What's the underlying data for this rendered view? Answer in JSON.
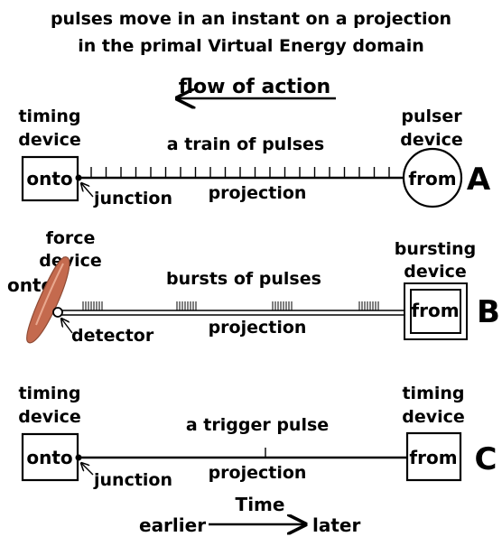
{
  "title": {
    "line1": "pulses move in an instant on a projection",
    "line2": "in the primal Virtual Energy domain"
  },
  "flow_label": "flow of action",
  "panel_a": {
    "letter": "A",
    "left_label_1": "timing",
    "left_label_2": "device",
    "left_box": "onto",
    "right_label_1": "pulser",
    "right_label_2": "device",
    "right_box": "from",
    "top_label": "a train of pulses",
    "junction_label": "junction",
    "line_label": "projection"
  },
  "panel_b": {
    "letter": "B",
    "left_label_1": "force",
    "left_label_2": "device",
    "left_word": "onto",
    "right_label_1": "bursting",
    "right_label_2": "device",
    "right_box": "from",
    "top_label": "bursts of pulses",
    "detector_label": "detector",
    "line_label": "projection"
  },
  "panel_c": {
    "letter": "C",
    "left_label_1": "timing",
    "left_label_2": "device",
    "left_box": "onto",
    "right_label_1": "timing",
    "right_label_2": "device",
    "right_box": "from",
    "top_label": "a trigger pulse",
    "junction_label": "junction",
    "line_label": "projection"
  },
  "time_axis": {
    "left": "earlier",
    "center": "Time",
    "right": "later"
  },
  "colors": {
    "force_device": "#c46a4e",
    "ink": "#000000",
    "background": "#ffffff"
  }
}
